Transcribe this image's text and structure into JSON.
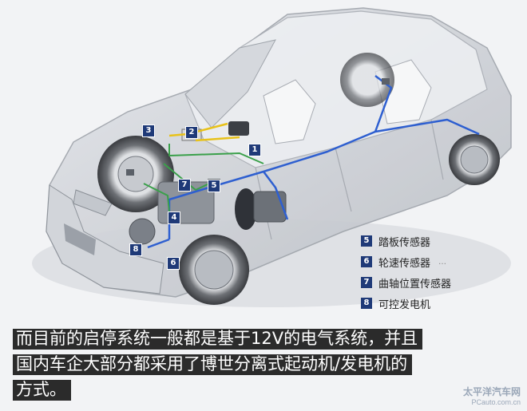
{
  "badges": {
    "b1": "1",
    "b2": "2",
    "b3": "3",
    "b4": "4",
    "b5": "5",
    "b6": "6",
    "b7": "7",
    "b8": "8"
  },
  "legend": [
    {
      "num": "5",
      "text": "踏板传感器"
    },
    {
      "num": "6",
      "text": "轮速传感器"
    },
    {
      "num": "7",
      "text": "曲轴位置传感器"
    },
    {
      "num": "8",
      "text": "可控发电机"
    }
  ],
  "caption": {
    "line1": "而目前的启停系统一般都是基于12V的电气系统，并且",
    "line2": "国内车企大部分都采用了博世分离式起动机/发电机的",
    "line3": "方式。"
  },
  "watermark": {
    "brand": "太平洋汽车网",
    "domain": "PCauto.com.cn"
  },
  "colors": {
    "badge": "#1f3a78",
    "wire_blue": "#2e5fd0",
    "wire_green": "#3aa04a",
    "wire_yellow": "#e8c21a",
    "body_gray": "#c9ccd1"
  }
}
